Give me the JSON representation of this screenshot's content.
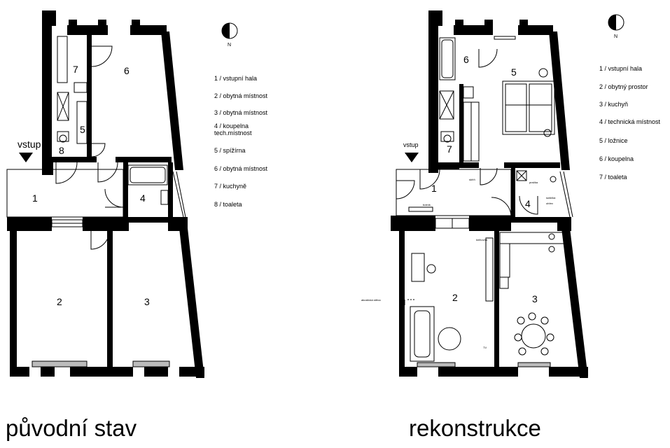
{
  "plans": {
    "original": {
      "caption": "původní stav",
      "entrance_label": "vstup",
      "north_label": "N",
      "room_numbers": {
        "r1": "1",
        "r2": "2",
        "r3": "3",
        "r4": "4",
        "r5": "5",
        "r6": "6",
        "r7": "7",
        "r8": "8"
      },
      "legend": [
        "1 / vstupní hala",
        "2 / obytná místnost",
        "3 / obytná místnost",
        "4 / koupelna",
        "tech.místnost",
        "5 / spížírna",
        "6 / obytná místnost",
        "7 / kuchyně",
        "8 / toaleta"
      ]
    },
    "renovation": {
      "caption": "rekonstrukce",
      "entrance_label": "vstup",
      "north_label": "N",
      "room_numbers": {
        "r1": "1",
        "r2": "2",
        "r3": "3",
        "r4": "4",
        "r5": "5",
        "r6": "6",
        "r7": "7"
      },
      "legend": [
        "1 / vstupní hala",
        "2 / obytný prostor",
        "3 / kuchyň",
        "4 / technická místnost",
        "5 / ložnice",
        "6 / koupelna",
        "7 / toaleta"
      ],
      "annotations": {
        "a1": "knihovna",
        "a2": "skříň",
        "a3": "botník",
        "a4": "pračka",
        "a5": "sušička",
        "a6": "ohřev",
        "a7": "TV",
        "a8": "akustická stěna"
      }
    }
  }
}
